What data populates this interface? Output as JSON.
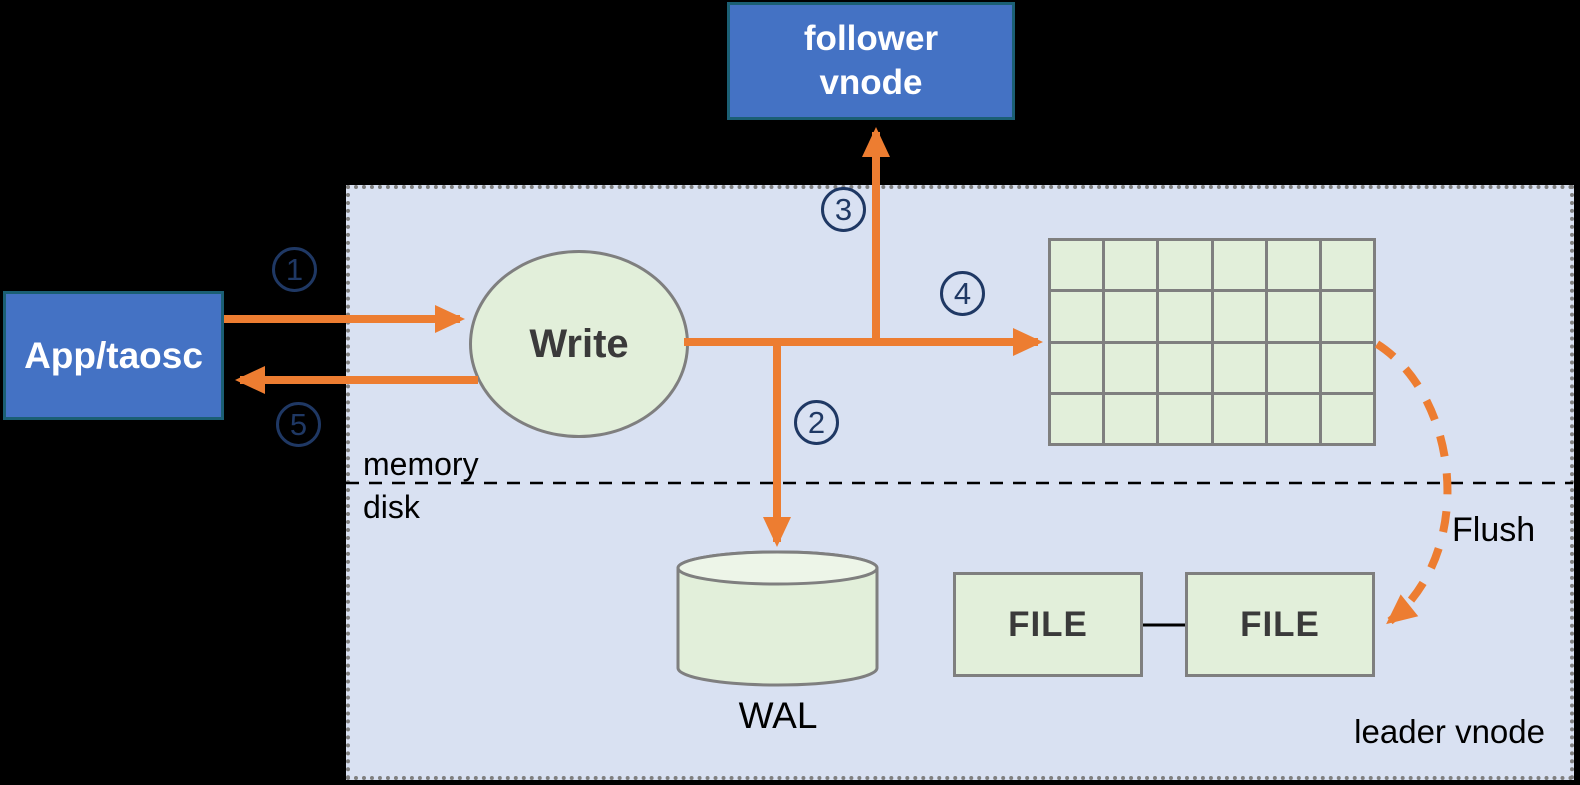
{
  "nodes": {
    "follower_vnode": {
      "line1": "follower",
      "line2": "vnode"
    },
    "app_taosc": {
      "label": "App/taosc"
    },
    "write": {
      "label": "Write"
    },
    "wal": {
      "label": "WAL"
    },
    "file_left": {
      "label": "FILE"
    },
    "file_right": {
      "label": "FILE"
    }
  },
  "labels": {
    "memory": "memory",
    "disk": "disk",
    "flush": "Flush",
    "leader_vnode": "leader vnode"
  },
  "steps": [
    {
      "label": "1"
    },
    {
      "label": "2"
    },
    {
      "label": "3"
    },
    {
      "label": "4"
    },
    {
      "label": "5"
    }
  ],
  "colors": {
    "background": "#000000",
    "container_fill": "#D9E1F2",
    "container_border": "#7F7F7F",
    "node_blue_fill": "#4472C4",
    "node_blue_border": "#1B5F74",
    "node_green_fill": "#E2EFDA",
    "node_green_fill_light": "#EDF5E8",
    "node_green_border": "#7F7F7F",
    "arrow_orange": "#ED7D31",
    "step_badge": "#1F3864",
    "text_dark": "#3A3A3A",
    "text_black": "#000000",
    "text_white": "#FFFFFF"
  }
}
